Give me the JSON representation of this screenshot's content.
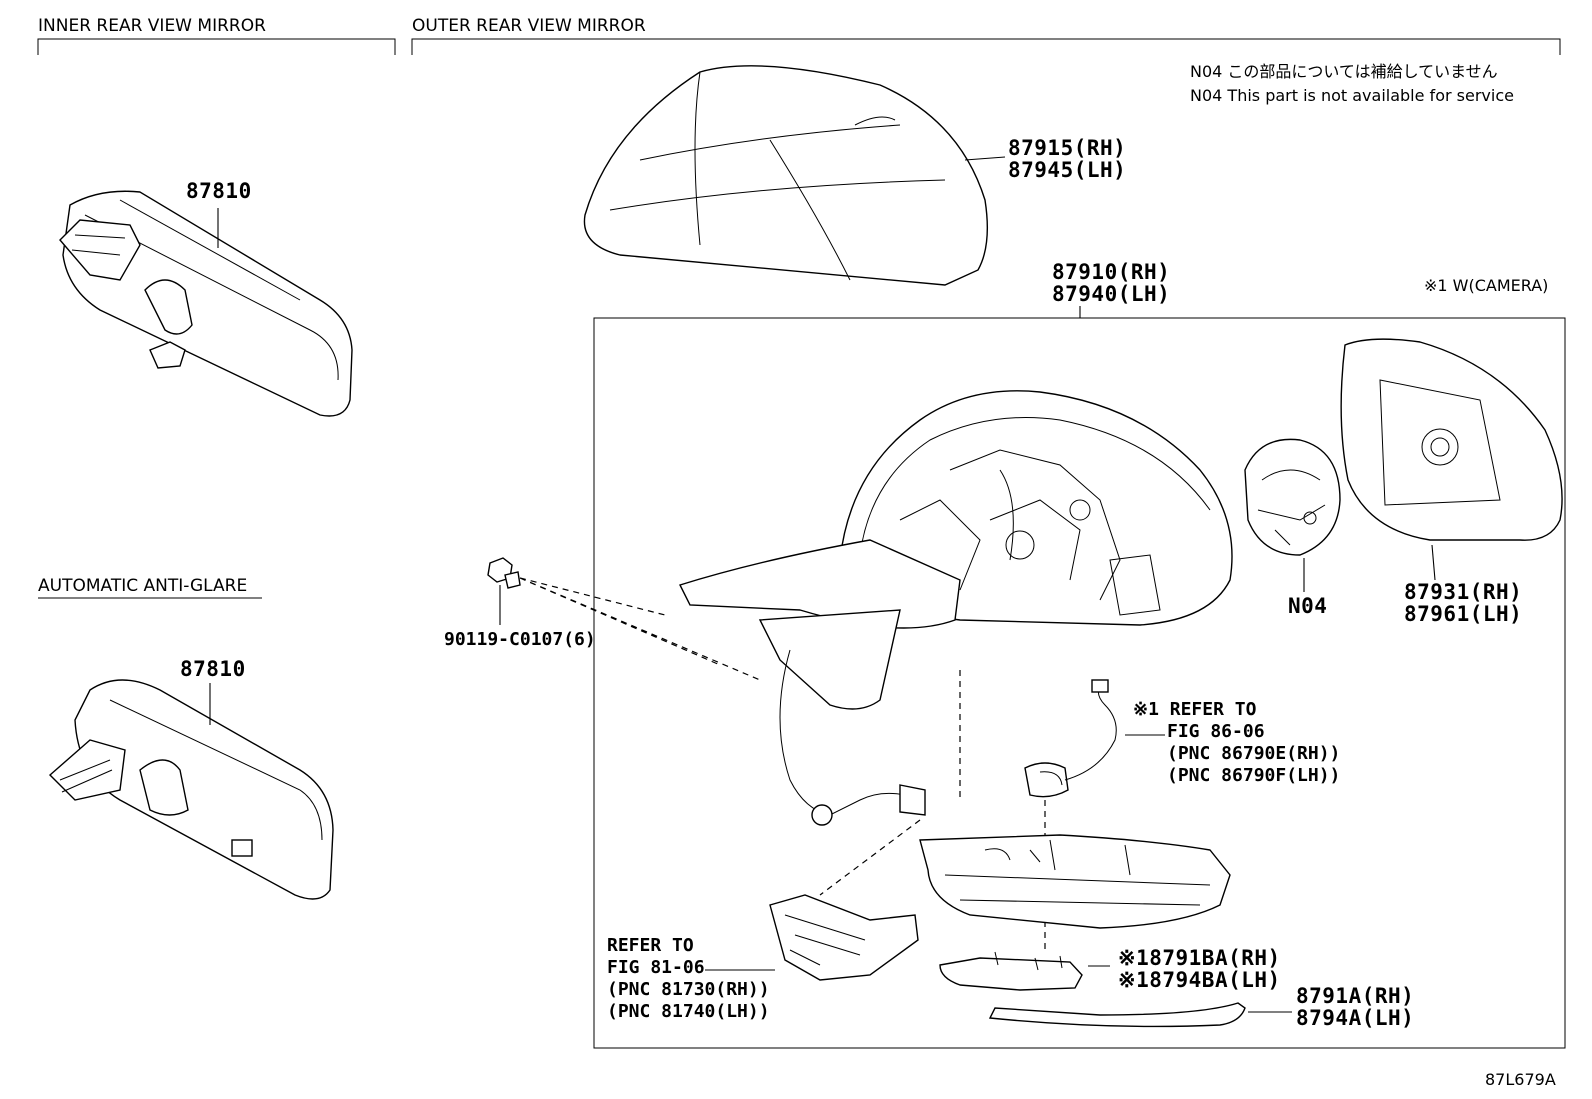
{
  "sections": {
    "inner": "INNER REAR VIEW MIRROR",
    "outer": "OUTER REAR VIEW MIRROR",
    "auto_anti_glare": "AUTOMATIC ANTI-GLARE"
  },
  "notes": {
    "n04_jp": "N04 この部品については補給していません",
    "n04_en": "N04 This part is not available for service",
    "camera": "※1 W(CAMERA)"
  },
  "parts": {
    "inner_mirror_top": "87810",
    "inner_mirror_bottom": "87810",
    "cover_rh": "87915(RH)",
    "cover_lh": "87945(LH)",
    "assy_rh": "87910(RH)",
    "assy_lh": "87940(LH)",
    "glass_rh": "87931(RH)",
    "glass_lh": "87961(LH)",
    "n04": "N04",
    "screw": "90119-C0107(6)",
    "cam_rh": "※18791BA(RH)",
    "cam_lh": "※18794BA(LH)",
    "garnish_rh": "8791A(RH)",
    "garnish_lh": "8794A(LH)"
  },
  "refs": {
    "camera": [
      "※1 REFER TO",
      "FIG 86-06",
      "(PNC 86790E(RH))",
      "(PNC 86790F(LH))"
    ],
    "turn": [
      "REFER TO",
      "FIG 81-06",
      "(PNC 81730(RH))",
      "(PNC 81740(LH))"
    ]
  },
  "figure_id": "87L679A"
}
